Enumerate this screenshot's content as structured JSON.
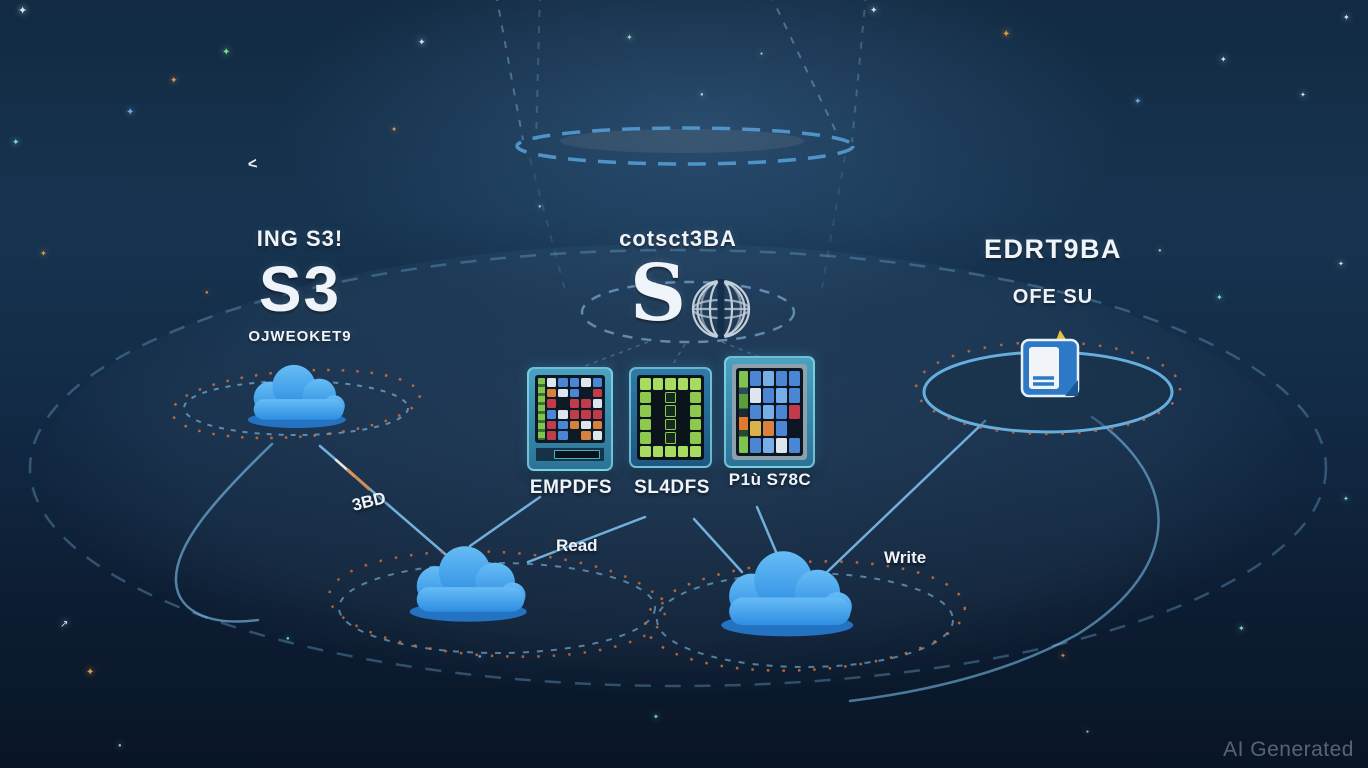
{
  "groups": {
    "s3": {
      "title": "ING S3!",
      "big": "S3",
      "subtitle": "OJWEOKET9",
      "icon": "cloud-icon"
    },
    "hub": {
      "title": "cotsct3BA",
      "big": "S",
      "icon": "globe-icon"
    },
    "registry": {
      "title": "EDRT9BA",
      "subtitle": "OFE SU",
      "icon": "book-icon"
    }
  },
  "devices": [
    {
      "label": "EMPDFS",
      "cols": 5,
      "tiles": [
        "wbbwb",
        "owbnr",
        "rnrrw",
        "bwrrr",
        "rbowo",
        "rbnow"
      ]
    },
    {
      "label": "SL4DFS",
      "cols": 5,
      "tiles": [
        "GGGGG",
        "gnDng",
        "gnDng",
        "gnDng",
        "gnDng",
        "GGGGG"
      ]
    },
    {
      "label": "P1ù S78C",
      "cols": 4,
      "tiles": [
        "bBbb",
        "wbBb",
        "bBbr",
        "yobn",
        "bBwb"
      ]
    }
  ],
  "edges": {
    "sbd": "3BD",
    "read": "Read",
    "write": "Write"
  },
  "decor": {
    "crescent": "<",
    "stars": [
      [
        18,
        6,
        "#d4e6f4",
        11,
        "s"
      ],
      [
        222,
        48,
        "#7de08a",
        10,
        "s"
      ],
      [
        170,
        76,
        "#e09a4e",
        9,
        "s"
      ],
      [
        126,
        108,
        "#6fa8e0",
        10,
        "s"
      ],
      [
        12,
        138,
        "#7fd8d0",
        9,
        "s"
      ],
      [
        418,
        38,
        "#d4e6f4",
        9,
        "s"
      ],
      [
        626,
        34,
        "#8fd8c8",
        8,
        "s"
      ],
      [
        870,
        6,
        "#d4e6f4",
        9,
        "s"
      ],
      [
        700,
        92,
        "#b8cad8",
        6,
        "d"
      ],
      [
        1002,
        30,
        "#e0963e",
        10,
        "s"
      ],
      [
        1134,
        97,
        "#6fa8e0",
        9,
        "s"
      ],
      [
        1220,
        56,
        "#d4e6f4",
        8,
        "s"
      ],
      [
        1300,
        92,
        "#d4e6f4",
        7,
        "s"
      ],
      [
        1343,
        14,
        "#d4e6f4",
        8,
        "s"
      ],
      [
        40,
        250,
        "#e09a4e",
        8,
        "s"
      ],
      [
        205,
        290,
        "#d4824a",
        6,
        "d"
      ],
      [
        538,
        204,
        "#9fb8cc",
        6,
        "d"
      ],
      [
        392,
        126,
        "#d9924a",
        7,
        "d"
      ],
      [
        1158,
        248,
        "#9fb8cc",
        6,
        "d"
      ],
      [
        1216,
        294,
        "#7fd8d0",
        8,
        "s"
      ],
      [
        1338,
        261,
        "#d4e6f4",
        7,
        "s"
      ],
      [
        86,
        668,
        "#e09a4e",
        10,
        "s"
      ],
      [
        60,
        620,
        "#d4e6f4",
        10,
        "a"
      ],
      [
        1238,
        625,
        "#7fd8d0",
        8,
        "s"
      ],
      [
        1060,
        653,
        "#d4824a",
        7,
        "s"
      ],
      [
        653,
        714,
        "#7fd8d0",
        7,
        "s"
      ],
      [
        478,
        654,
        "#6fa8e0",
        6,
        "d"
      ],
      [
        1343,
        496,
        "#7fd8d0",
        7,
        "s"
      ],
      [
        286,
        636,
        "#5fd8c8",
        6,
        "d"
      ],
      [
        118,
        743,
        "#9fb8cc",
        6,
        "d"
      ],
      [
        760,
        52,
        "#b8cad8",
        5,
        "d"
      ],
      [
        1086,
        730,
        "#9fb8cc",
        5,
        "d"
      ]
    ]
  },
  "watermark": "AI Generated",
  "colors": {
    "background": "#12python2a42",
    "line_blue": "#7cc2ee",
    "orbit_blue": "#6fb0dc",
    "orange_dots": "#d4713b",
    "cloud_top": "#66bcf5",
    "cloud_bottom": "#2e8ee2",
    "cloud_base": "#2472c2",
    "book_blue": "#2e79c6",
    "bookmark_yellow": "#e7c03c",
    "tile_palette": {
      "b": "#4a86d4",
      "B": "#78aee8",
      "w": "#dde6ee",
      "r": "#c23b4a",
      "o": "#d9803c",
      "n": "#16222e",
      "g": "#8cc94e",
      "G": "#a8dc60",
      "y": "#d8b44a",
      "t": "#3fc0c8"
    }
  }
}
